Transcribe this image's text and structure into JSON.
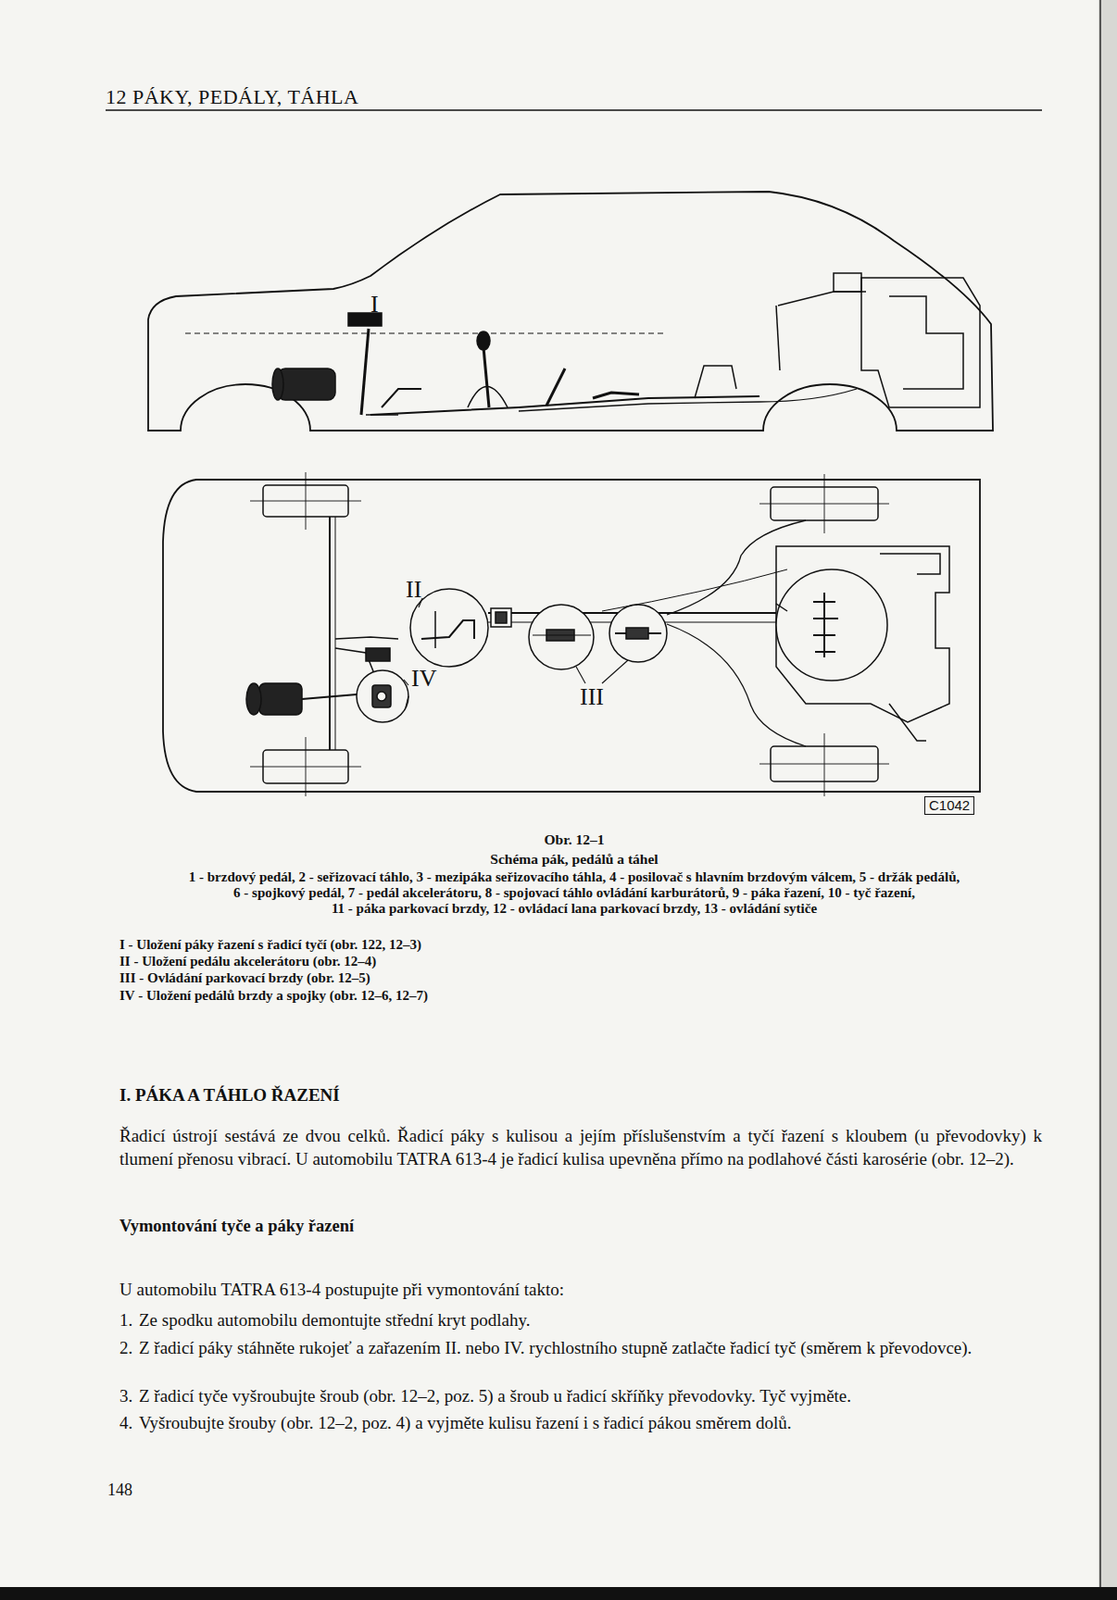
{
  "diagram": {
    "title": "12 PÁKY, PEDÁLY, TÁHLA",
    "caption": "Schéma pák, pedálů a táhel",
    "nodes": [
      {
        "text": [
          "C1042"
        ]
      }
    ],
    "labels": [
      "I",
      "II",
      "IV",
      "III",
      "Obr. 12–1",
      "1 - brzdový pedál, 2 - seřizovací táhlo, 3 - mezipáka seřizovacího táhla, 4 - posilovač s hlavním brzdovým válcem, 5 - držák pedálů,",
      "6 - spojkový pedál, 7 - pedál akcelerátoru, 8 - spojovací táhlo ovládání karburátorů, 9 - páka řazení, 10 - tyč řazení,",
      "11 - páka parkovací brzdy, 12 - ovládací lana parkovací brzdy, 13 - ovládání sytiče",
      "I - Uložení páky řazení s řadicí tyčí (obr. 122, 12–3)",
      "II - Uložení pedálu akcelerátoru (obr. 12–4)",
      "III - Ovládání parkovací brzdy (obr. 12–5)",
      "IV - Uložení pedálů brzdy a spojky (obr. 12–6, 12–7)",
      "I. PÁKA A TÁHLO ŘAZENÍ",
      "Řadicí ústrojí sestává ze dvou celků. Řadicí páky s kulisou a jejím příslušenstvím a tyčí řazení s kloubem (u převodovky) k tlumení přenosu vibrací. U automobilu TATRA 613-4 je řadicí kulisa upevněna přímo na podlahové části karosérie (obr. 12–2).",
      "Vymontování tyče a páky řazení",
      "U automobilu TATRA 613-4 postupujte při vymontování takto:",
      "1.",
      "Ze spodku automobilu demontujte střední kryt podlahy.",
      "2.",
      "Z řadicí páky stáhněte rukojeť a zařazením II. nebo IV. rychlostního stupně zatlačte řadicí tyč (směrem k převodovce).",
      "3.",
      "Z řadicí tyče vyšroubujte šroub (obr. 12–2, poz. 5) a šroub u řadicí skříňky převodovky. Tyč vyjměte.",
      "4.",
      "Vyšroubujte šrouby (obr. 12–2, poz. 4) a vyjměte kulisu řazení i s řadicí pákou směrem dolů.",
      "148"
    ]
  }
}
